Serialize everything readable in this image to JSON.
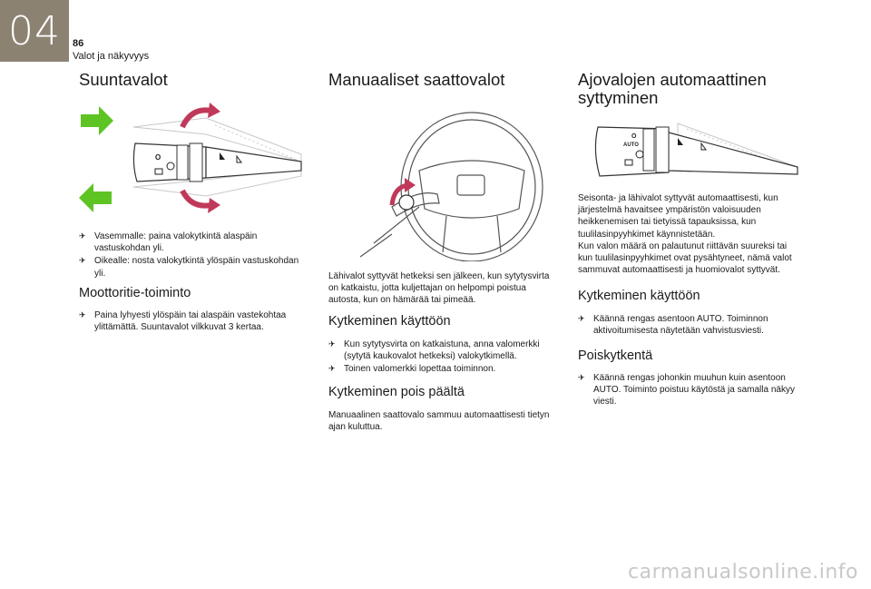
{
  "header": {
    "chapter_number": "04",
    "page_number": "86",
    "section_name": "Valot ja näkyvyys"
  },
  "col1": {
    "title": "Suuntavalot",
    "bullets": [
      "Vasemmalle: paina valokytkintä alaspäin vastuskohdan yli.",
      "Oikealle: nosta valokytkintä ylöspäin vastuskohdan yli."
    ],
    "subheading": "Moottoritie-toiminto",
    "sub_bullets": [
      "Paina lyhyesti ylöspäin tai alaspäin vastekohtaa ylittämättä. Suuntavalot vilkkuvat 3 kertaa."
    ],
    "illustration_labels": {
      "o": "O"
    }
  },
  "col2": {
    "title": "Manuaaliset saattovalot",
    "body": "Lähivalot syttyvät hetkeksi sen jälkeen, kun sytytysvirta on katkaistu, jotta kuljettajan on helpompi poistua autosta, kun on hämärää tai pimeää.",
    "sub1_heading": "Kytkeminen käyttöön",
    "sub1_bullets": [
      "Kun sytytysvirta on katkaistuna, anna valomerkki (sytytä kaukovalot hetkeksi) valokytkimellä.",
      "Toinen valomerkki lopettaa toiminnon."
    ],
    "sub2_heading": "Kytkeminen pois päältä",
    "sub2_body": "Manuaalinen saattovalo sammuu automaattisesti tietyn ajan kuluttua."
  },
  "col3": {
    "title": "Ajovalojen automaattinen syttyminen",
    "body": "Seisonta- ja lähivalot syttyvät automaattisesti, kun järjestelmä havaitsee ympäristön valoisuuden heikkenemisen tai tietyissä tapauksissa, kun tuulilasinpyyhkimet käynnistetään.\nKun valon määrä on palautunut riittävän suureksi tai kun tuulilasinpyyhkimet ovat pysähtyneet, nämä valot sammuvat automaattisesti ja huomiovalot syttyvät.",
    "sub1_heading": "Kytkeminen käyttöön",
    "sub1_bullets": [
      "Käännä rengas asentoon AUTO. Toiminnon aktivoitumisesta näytetään vahvistusviesti."
    ],
    "sub2_heading": "Poiskytkentä",
    "sub2_bullets": [
      "Käännä rengas johonkin muuhun kuin asentoon AUTO. Toiminto poistuu käytöstä ja samalla näkyy viesti."
    ],
    "illustration_labels": {
      "o": "O",
      "auto": "AUTO"
    }
  },
  "bullet_glyph": "✈",
  "watermark": "carmanualsonline.info",
  "colors": {
    "chapter_tab": "#8c8272",
    "arrow_green": "#5ec424",
    "rotation_arrow": "#c0395a"
  }
}
